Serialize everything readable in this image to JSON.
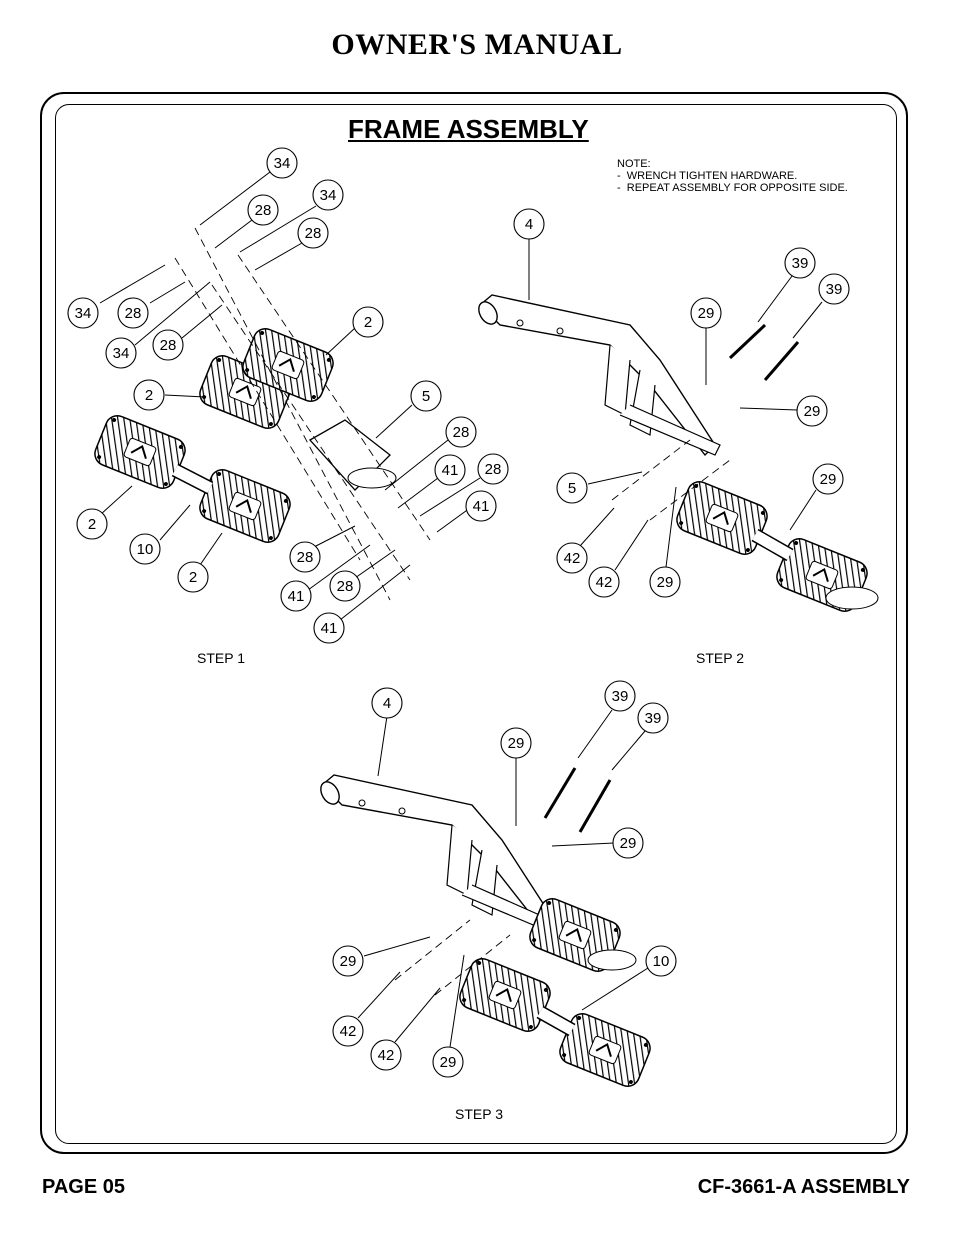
{
  "header": {
    "title": "OWNER'S MANUAL"
  },
  "section": {
    "title": "FRAME ASSEMBLY"
  },
  "note": {
    "lines": [
      "NOTE:",
      "-  WRENCH TIGHTEN HARDWARE.",
      "-  REPEAT ASSEMBLY FOR OPPOSITE SIDE."
    ]
  },
  "steps": {
    "step1": "STEP 1",
    "step2": "STEP 2",
    "step3": "STEP 3"
  },
  "callouts": {
    "step1": [
      "34",
      "28",
      "34",
      "28",
      "34",
      "28",
      "34",
      "28",
      "2",
      "2",
      "5",
      "28",
      "41",
      "28",
      "41",
      "2",
      "10",
      "2",
      "28",
      "41",
      "28",
      "41"
    ],
    "step2": [
      "4",
      "39",
      "39",
      "29",
      "29",
      "29",
      "5",
      "42",
      "42",
      "29"
    ],
    "step3": [
      "4",
      "39",
      "39",
      "29",
      "29",
      "10",
      "29",
      "42",
      "42",
      "29"
    ]
  },
  "footer": {
    "page": "PAGE 05",
    "model": "CF-3661-A ASSEMBLY"
  }
}
